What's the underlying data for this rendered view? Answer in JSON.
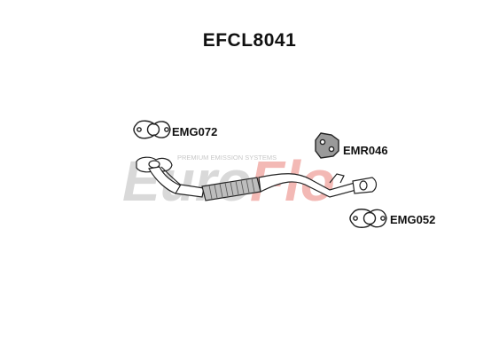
{
  "title": "EFCL8041",
  "watermark": {
    "brand": "EuroFlo",
    "tagline": "PREMIUM EMISSION SYSTEMS",
    "color_grey": "#d9d9d9",
    "color_red": "#f3b9b5"
  },
  "parts": [
    {
      "code": "EMG072",
      "icon": "gasket-icon"
    },
    {
      "code": "EMR046",
      "icon": "rubber-mount-icon"
    },
    {
      "code": "EMG052",
      "icon": "gasket-icon"
    }
  ],
  "main_part": {
    "icon": "front-pipe-icon"
  }
}
